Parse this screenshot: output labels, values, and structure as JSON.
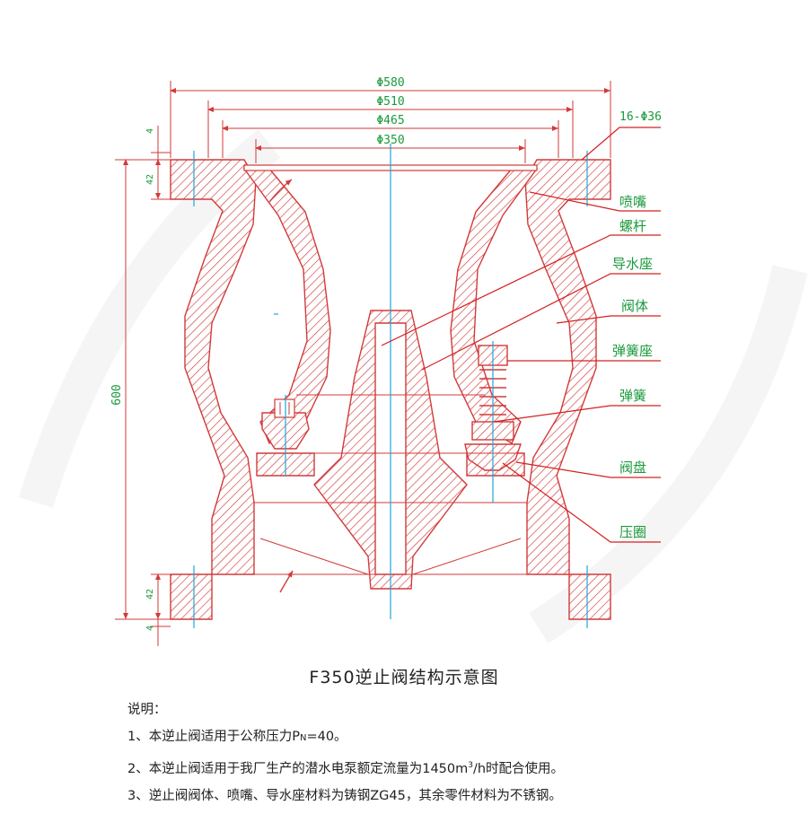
{
  "dimensions": {
    "d580": "Φ580",
    "d510": "Φ510",
    "d465": "Φ465",
    "d350": "Φ350",
    "bolts": "16-Φ36",
    "height": "600",
    "flange_top": "42",
    "flange_bottom": "42",
    "gap_top": "4",
    "gap_bottom": "4"
  },
  "labels": {
    "nozzle": "喷嘴",
    "screw_rod": "螺杆",
    "guide_seat": "导水座",
    "valve_body": "阀体",
    "spring_seat": "弹簧座",
    "spring": "弹簧",
    "valve_disc": "阀盘",
    "press_ring": "压圈"
  },
  "caption": "F350逆止阀结构示意图",
  "notes": {
    "heading": "说明：",
    "n1_prefix": "1、本逆止阀适用于公称压力P",
    "n1_sub": "N",
    "n1_suffix": "=40。",
    "n2_prefix": "2、本逆止阀适用于我厂生产的潜水电泵额定流量为1450m",
    "n2_sup": "3",
    "n2_suffix": "/h时配合使用。",
    "n3": "3、逆止阀阀体、喷嘴、导水座材料为铸钢ZG45，其余零件材料为不锈钢。"
  },
  "colors": {
    "section": "#d23a3a",
    "dimension": "#1a9a3c",
    "leader": "#d42020",
    "centerline": "#1fa7d8"
  }
}
